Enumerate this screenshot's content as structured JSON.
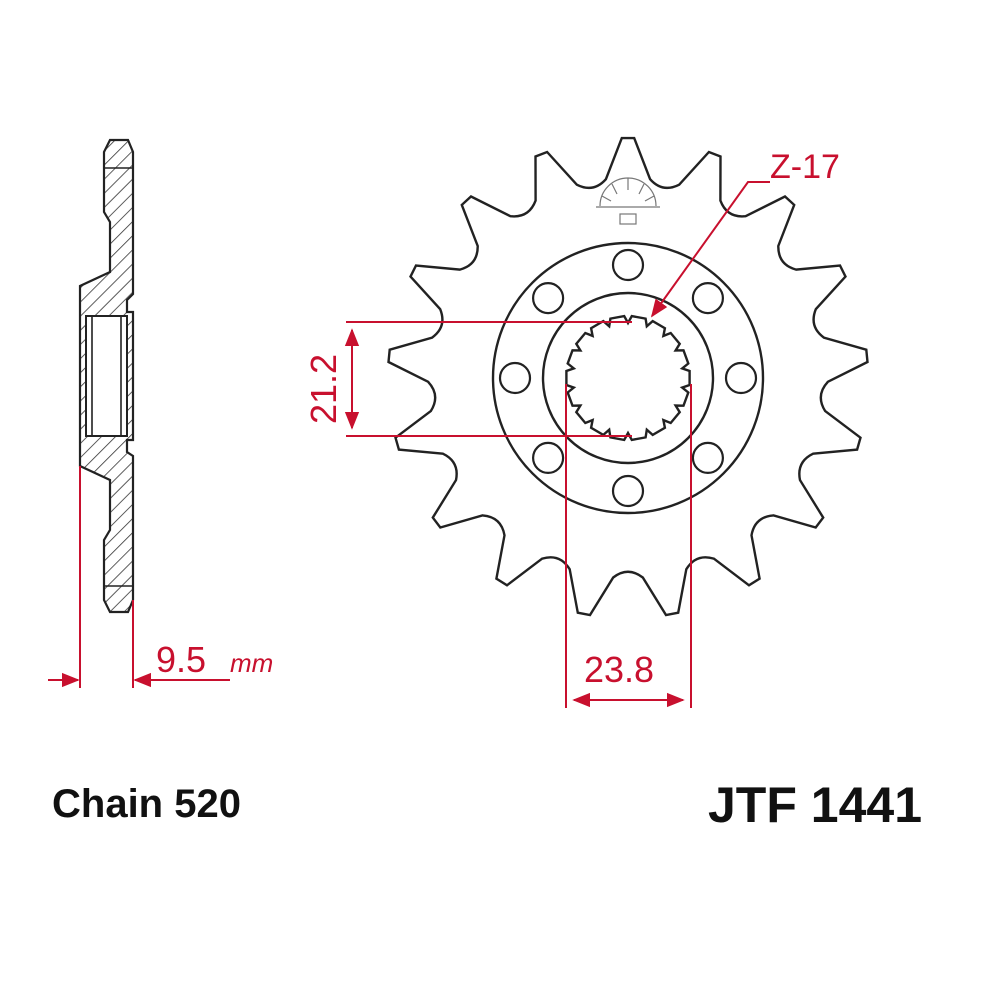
{
  "dimensions": {
    "teeth_label": "Z-17",
    "inner_diameter_label": "21.2",
    "outer_diameter_label": "23.8",
    "thickness_value": "9.5",
    "thickness_unit": "mm"
  },
  "captions": {
    "chain": "Chain 520",
    "part_number": "JTF 1441"
  },
  "colors": {
    "dimension": "#c8102e",
    "outline": "#222222"
  }
}
